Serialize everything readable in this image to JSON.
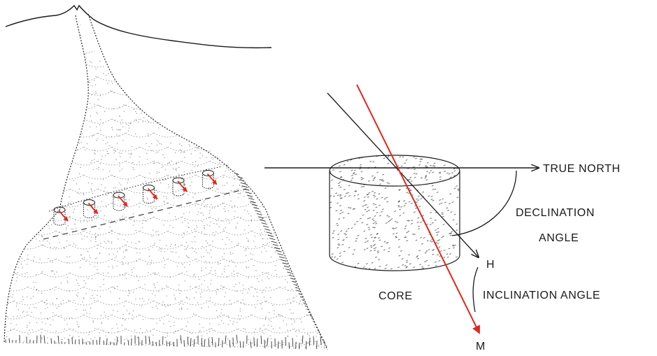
{
  "labels": {
    "true_north": "TRUE NORTH",
    "declination_line1": "DECLINATION",
    "declination_line2": "ANGLE",
    "h": "H",
    "core": "CORE",
    "inclination": "INCLINATION ANGLE",
    "m": "M"
  },
  "colors": {
    "ink": "#1a1a1a",
    "magnetization": "#e0281e",
    "background": "#ffffff"
  },
  "outcrop_core_count": 6
}
